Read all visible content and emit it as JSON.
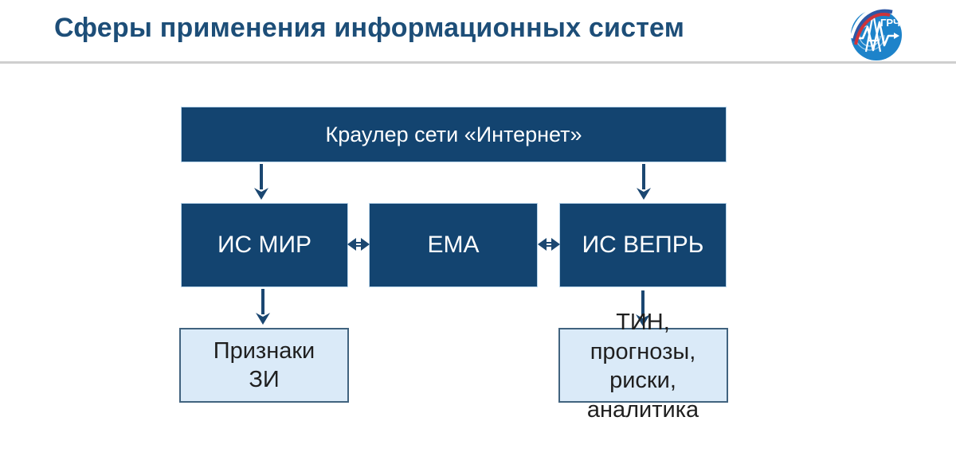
{
  "header": {
    "title": "Сферы применения информационных систем"
  },
  "logo": {
    "text": "ГРЧЦ",
    "circle_color": "#1d83ca",
    "flag_colors": [
      "#ffffff",
      "#2e56a4",
      "#cf3339"
    ]
  },
  "colors": {
    "title": "#1d4e78",
    "divider": "#cfcfcf",
    "node_dark": "#134470",
    "node_dark_border": "#b8d4ea",
    "node_light": "#daeaf8",
    "node_light_border": "#41637f",
    "arrow": "#1b4771",
    "text_dark": "#1f1f1f"
  },
  "diagram": {
    "crawler": {
      "label": "Краулер сети «Интернет»"
    },
    "systems": [
      {
        "label": "ИС МИР"
      },
      {
        "label": "ЕМА"
      },
      {
        "label": "ИС ВЕПРЬ"
      }
    ],
    "outputs": [
      {
        "lines": [
          "Признаки",
          "ЗИ"
        ]
      },
      {
        "lines": [
          "ТИН,",
          "прогнозы,",
          "риски,",
          "аналитика"
        ]
      }
    ]
  }
}
